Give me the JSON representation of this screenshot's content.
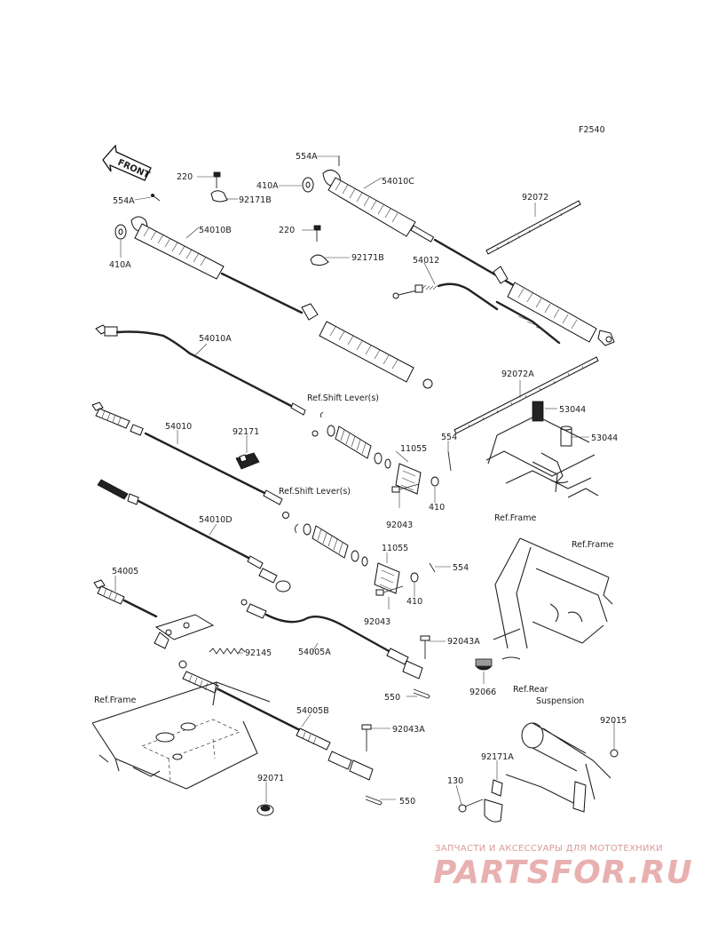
{
  "figure_code": "F2540",
  "front_label": "FRONT",
  "labels": {
    "p554A_top": "554A",
    "p54010C": "54010C",
    "p220_a": "220",
    "p410A_a": "410A",
    "p92171B_a": "92171B",
    "p554A_left": "554A",
    "p54010B": "54010B",
    "p220_b": "220",
    "p92171B_b": "92171B",
    "p410A_b": "410A",
    "p92072": "92072",
    "p54012": "54012",
    "p54010A": "54010A",
    "p92072A": "92072A",
    "ref_shift_1": "Ref.Shift Lever(s)",
    "p53044_a": "53044",
    "p53044_b": "53044",
    "p54010": "54010",
    "p92171": "92171",
    "p11055_a": "11055",
    "p554_a": "554",
    "p92043_a": "92043",
    "p410_a": "410",
    "ref_frame_1": "Ref.Frame",
    "p54010D": "54010D",
    "ref_shift_2": "Ref.Shift Lever(s)",
    "p11055_b": "11055",
    "p554_b": "554",
    "ref_frame_2": "Ref.Frame",
    "p54005": "54005",
    "p410_b": "410",
    "p92043_b": "92043",
    "p92145": "92145",
    "p54005A": "54005A",
    "p92043A_a": "92043A",
    "p92066": "92066",
    "p550_a": "550",
    "ref_frame_3": "Ref.Frame",
    "ref_rear_1": "Ref.Rear",
    "ref_rear_2": "Suspension",
    "p54005B": "54005B",
    "p92043A_b": "92043A",
    "p92015": "92015",
    "p92171A": "92171A",
    "p92071": "92071",
    "p130": "130",
    "p550_b": "550"
  },
  "watermark": {
    "line1": "ЗАПЧАСТИ И АКСЕССУАРЫ ДЛЯ МОТОТЕХНИКИ",
    "line2": "PARTSFOR.RU"
  }
}
